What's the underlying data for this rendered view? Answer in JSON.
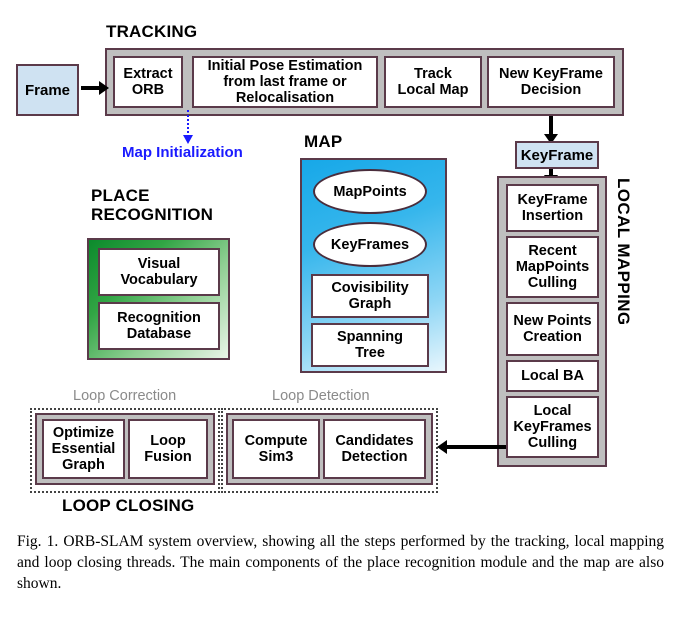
{
  "figure": {
    "caption": "Fig. 1.   ORB-SLAM system overview, showing all the steps performed by the tracking, local mapping and loop closing threads. The main components of the place recognition module and the map are also shown."
  },
  "colors": {
    "panel_fill": "#bfbfbf",
    "node_border": "#5b3a4a",
    "data_box_fill": "#cfe2f2",
    "map_gradient_start": "#17a8e8",
    "map_gradient_end": "#e8f6fd",
    "place_gradient_start": "#0c8a2c",
    "place_gradient_end": "#e9f5e8",
    "map_init_accent": "#1a1aff",
    "sub_label_gray": "#8a8a8a"
  },
  "input": {
    "frame_label": "Frame"
  },
  "tracking": {
    "title": "TRACKING",
    "nodes": [
      {
        "label": "Extract\nORB"
      },
      {
        "label": "Initial Pose Estimation\nfrom last frame or\nRelocalisation"
      },
      {
        "label": "Track\nLocal Map"
      },
      {
        "label": "New KeyFrame\nDecision"
      }
    ]
  },
  "map_initialization": {
    "label": "Map Initialization"
  },
  "map": {
    "title": "MAP",
    "ellipses": [
      {
        "label": "MapPoints"
      },
      {
        "label": "KeyFrames"
      }
    ],
    "boxes": [
      {
        "label": "Covisibility\nGraph"
      },
      {
        "label": "Spanning\nTree"
      }
    ]
  },
  "place_recognition": {
    "title": "PLACE\nRECOGNITION",
    "nodes": [
      {
        "label": "Visual\nVocabulary"
      },
      {
        "label": "Recognition\nDatabase"
      }
    ]
  },
  "keyframe": {
    "label": "KeyFrame"
  },
  "local_mapping": {
    "title": "LOCAL MAPPING",
    "nodes": [
      {
        "label": "KeyFrame\nInsertion"
      },
      {
        "label": "Recent\nMapPoints\nCulling"
      },
      {
        "label": "New Points\nCreation"
      },
      {
        "label": "Local BA"
      },
      {
        "label": "Local\nKeyFrames\nCulling"
      }
    ]
  },
  "loop_closing": {
    "title": "LOOP CLOSING",
    "correction": {
      "label": "Loop Correction",
      "nodes": [
        {
          "label": "Optimize\nEssential\nGraph"
        },
        {
          "label": "Loop\nFusion"
        }
      ]
    },
    "detection": {
      "label": "Loop Detection",
      "nodes": [
        {
          "label": "Compute\nSim3"
        },
        {
          "label": "Candidates\nDetection"
        }
      ]
    }
  }
}
